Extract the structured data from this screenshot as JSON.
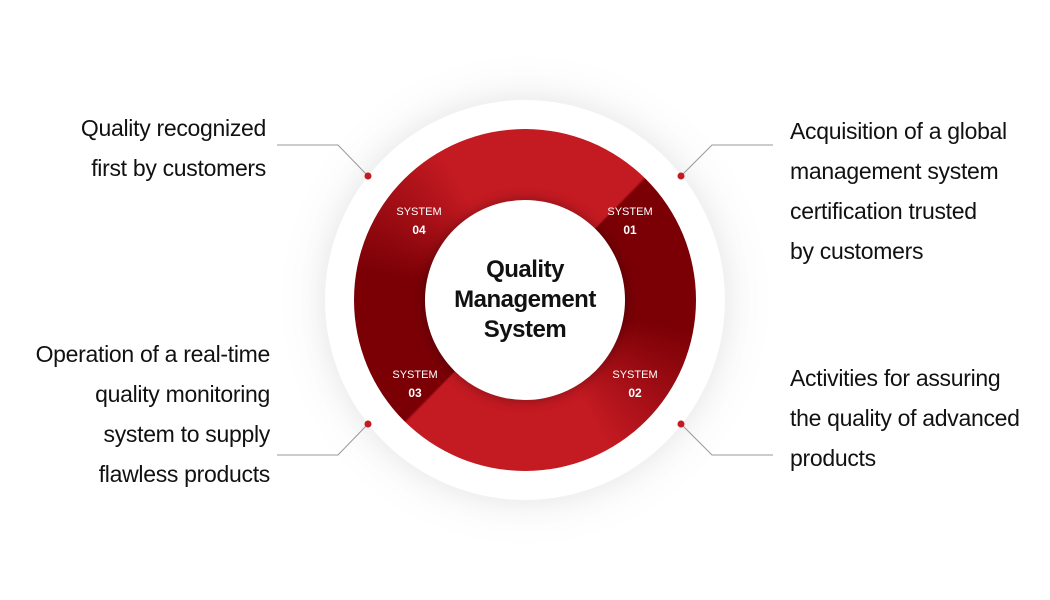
{
  "center": {
    "lines": [
      "Quality",
      "Management",
      "System"
    ]
  },
  "segments": [
    {
      "label": "SYSTEM",
      "number": "01"
    },
    {
      "label": "SYSTEM",
      "number": "02"
    },
    {
      "label": "SYSTEM",
      "number": "03"
    },
    {
      "label": "SYSTEM",
      "number": "04"
    }
  ],
  "callouts": {
    "top_left": [
      "Quality recognized",
      "first by customers"
    ],
    "top_right": [
      "Acquisition of a global",
      "management system",
      "certification trusted",
      "by customers"
    ],
    "bottom_left": [
      "Operation of a real-time",
      "quality monitoring",
      "system to supply",
      "flawless products"
    ],
    "bottom_right": [
      "Activities for assuring",
      "the quality of advanced",
      "products"
    ]
  },
  "colors": {
    "accent": "#c41a22",
    "dark": "#7a0006",
    "line": "#999999"
  }
}
